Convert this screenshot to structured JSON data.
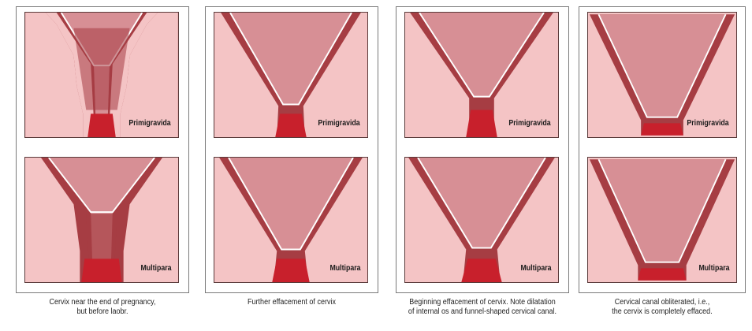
{
  "colors": {
    "panel_bg": "#f4c4c5",
    "tissue": "#a63d43",
    "canal": "#d78f95",
    "membrane": "#e9a3a8",
    "os": "#c8202c"
  },
  "columns": [
    {
      "caption_lines": [
        "Cervix  near the end of pregnancy,",
        "but before laobr."
      ],
      "panels": [
        {
          "label": "Primigravida"
        },
        {
          "label": "Multipara"
        }
      ]
    },
    {
      "caption_lines": [
        "Further effacement of cervix"
      ],
      "panels": [
        {
          "label": "Primigravida"
        },
        {
          "label": "Multipara"
        }
      ]
    },
    {
      "caption_lines": [
        "Beginning effacement of cervix. Note dilatation",
        "of internal os and funnel-shaped cervical canal."
      ],
      "panels": [
        {
          "label": "Primigravida"
        },
        {
          "label": "Multipara"
        }
      ]
    },
    {
      "caption_lines": [
        "Cervical canal obliterated, i.e.,",
        "the cervix is completely effaced."
      ],
      "panels": [
        {
          "label": "Primigravida"
        },
        {
          "label": "Multipara"
        }
      ]
    }
  ]
}
